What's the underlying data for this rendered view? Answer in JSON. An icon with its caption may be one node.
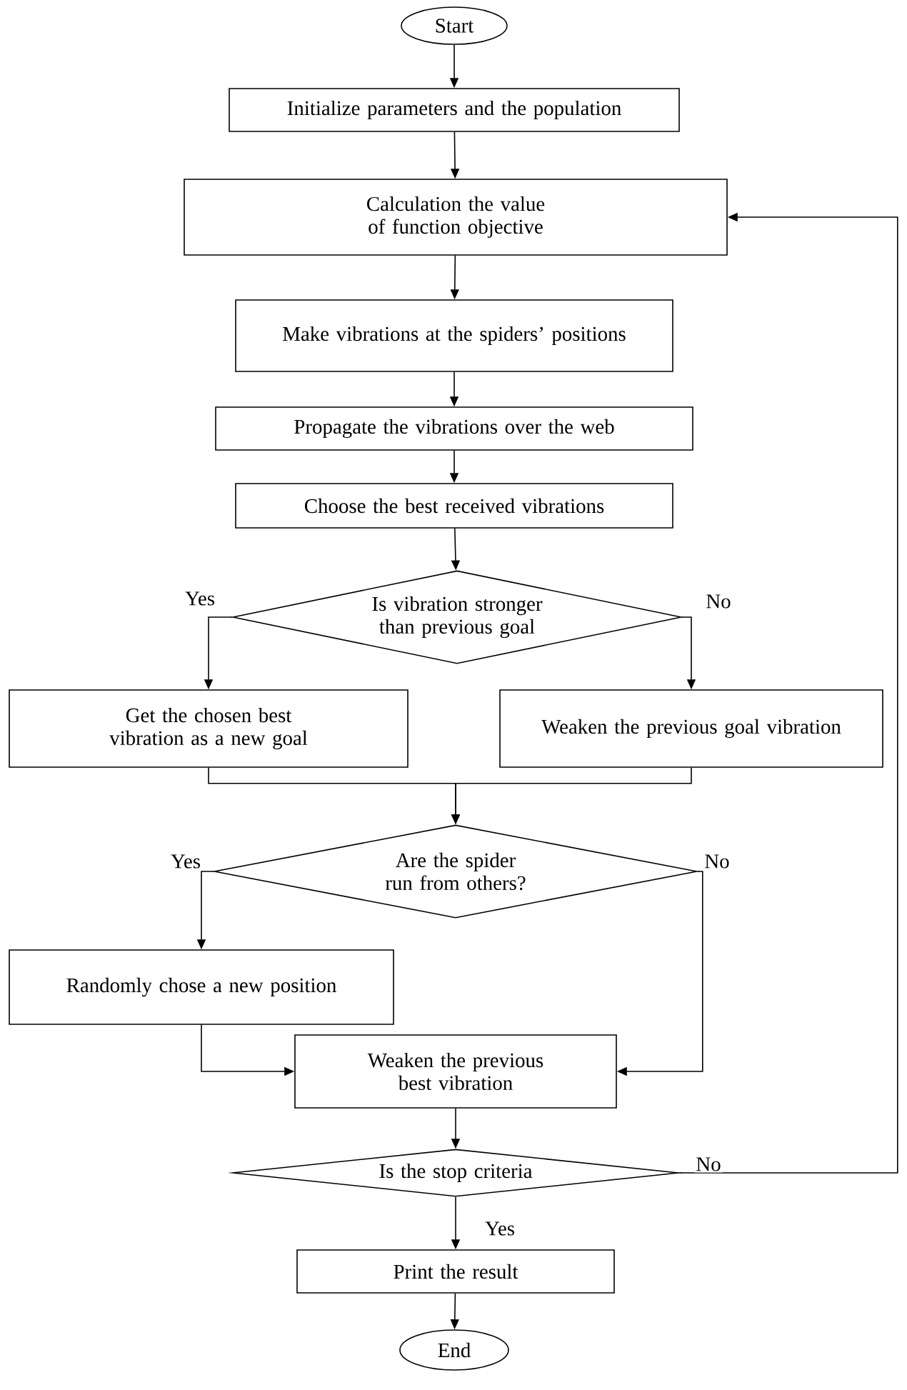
{
  "diagram": {
    "nodes": [
      {
        "text": [
          "Start"
        ]
      },
      {
        "text": [
          "Initialize parameters and the population"
        ]
      },
      {
        "text": [
          "Calculation the value of function objective"
        ]
      },
      {
        "text": [
          "Make vibrations at the spiders’ positions"
        ]
      },
      {
        "text": [
          "Propagate the vibrations over the web"
        ]
      },
      {
        "text": [
          "Choose the best received vibrations"
        ]
      },
      {
        "text": [
          "Is vibration stronger than previous goal"
        ]
      },
      {
        "text": [
          "Get the chosen best vibration as a new goal"
        ]
      },
      {
        "text": [
          "Weaken the previous goal vibration"
        ]
      },
      {
        "text": [
          "Are the spider run from others?"
        ]
      },
      {
        "text": [
          "Randomly chose a new position"
        ]
      },
      {
        "text": [
          "Weaken the previous best vibration"
        ]
      },
      {
        "text": [
          "Is the stop criteria"
        ]
      },
      {
        "text": [
          "Print the result"
        ]
      },
      {
        "text": [
          "End"
        ]
      }
    ],
    "edges": [
      {
        "from": 0,
        "to": 1,
        "arrow": "to"
      },
      {
        "from": 1,
        "to": 2,
        "arrow": "to"
      },
      {
        "from": 2,
        "to": 3,
        "arrow": "to"
      },
      {
        "from": 3,
        "to": 4,
        "arrow": "to"
      },
      {
        "from": 4,
        "to": 5,
        "arrow": "to"
      },
      {
        "from": 5,
        "to": 6,
        "arrow": "to"
      },
      {
        "from": 6,
        "to": 7,
        "arrow": "to",
        "label": "Yes"
      },
      {
        "from": 6,
        "to": 8,
        "arrow": "to",
        "label": "No"
      },
      {
        "from": 7,
        "to": 9,
        "arrow": "to"
      },
      {
        "from": 8,
        "to": 9,
        "arrow": "to"
      },
      {
        "from": 9,
        "to": 10,
        "arrow": "to",
        "label": "Yes"
      },
      {
        "from": 9,
        "to": 11,
        "arrow": "to",
        "label": "No"
      },
      {
        "from": 10,
        "to": 11,
        "arrow": "to"
      },
      {
        "from": 11,
        "to": 12,
        "arrow": "to"
      },
      {
        "from": 12,
        "to": 13,
        "arrow": "to",
        "label": "Yes"
      },
      {
        "from": 12,
        "to": 2,
        "arrow": "to",
        "label": "No"
      },
      {
        "from": 13,
        "to": 14,
        "arrow": "to"
      }
    ]
  }
}
